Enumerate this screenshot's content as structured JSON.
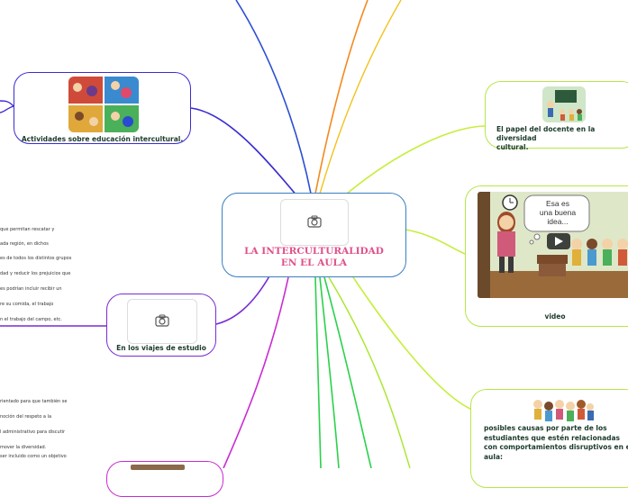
{
  "central": {
    "title_line1": "LA INTERCULTURALIDAD",
    "title_line2": "EN EL AULA"
  },
  "nodes": {
    "activities": {
      "label": "Actividades sobre educación intercultural."
    },
    "teacher_role": {
      "label_line1": "El papel del docente en la diversidad",
      "label_line2": "cultural."
    },
    "video": {
      "label": "video",
      "speech_line1": "Esa es",
      "speech_line2": "una buena",
      "speech_line3": "idea..."
    },
    "causes": {
      "label_line1": "posibles causas por parte de los",
      "label_line2": "estudiantes que estén relacionadas",
      "label_line3": "con comportamientos disruptivos en el",
      "label_line4": "aula:"
    },
    "trips": {
      "label": "En los viajes de estudio"
    }
  },
  "trip_notes": [
    "que permitan rescatar y",
    "ada región, en dichos",
    "es de todos los distintos grupos",
    "dad y reducir los prejuicios que",
    "es podrían incluir recibir un",
    "re su comida, el trabajo",
    "n el trabajo del campo, etc."
  ],
  "lower_notes": [
    "rientado para que también se",
    "noción del respeto a la",
    "l administrativo para discutir",
    "mover la diversidad.",
    "ser incluido como un objetivo"
  ],
  "colors": {
    "central_border": "#3a7fc1",
    "central_text": "#e0508a",
    "activities_border": "#3b2bd1",
    "trips_border": "#7a2bd1",
    "green_border": "#b6e64a",
    "lower_border": "#c92bd1"
  }
}
